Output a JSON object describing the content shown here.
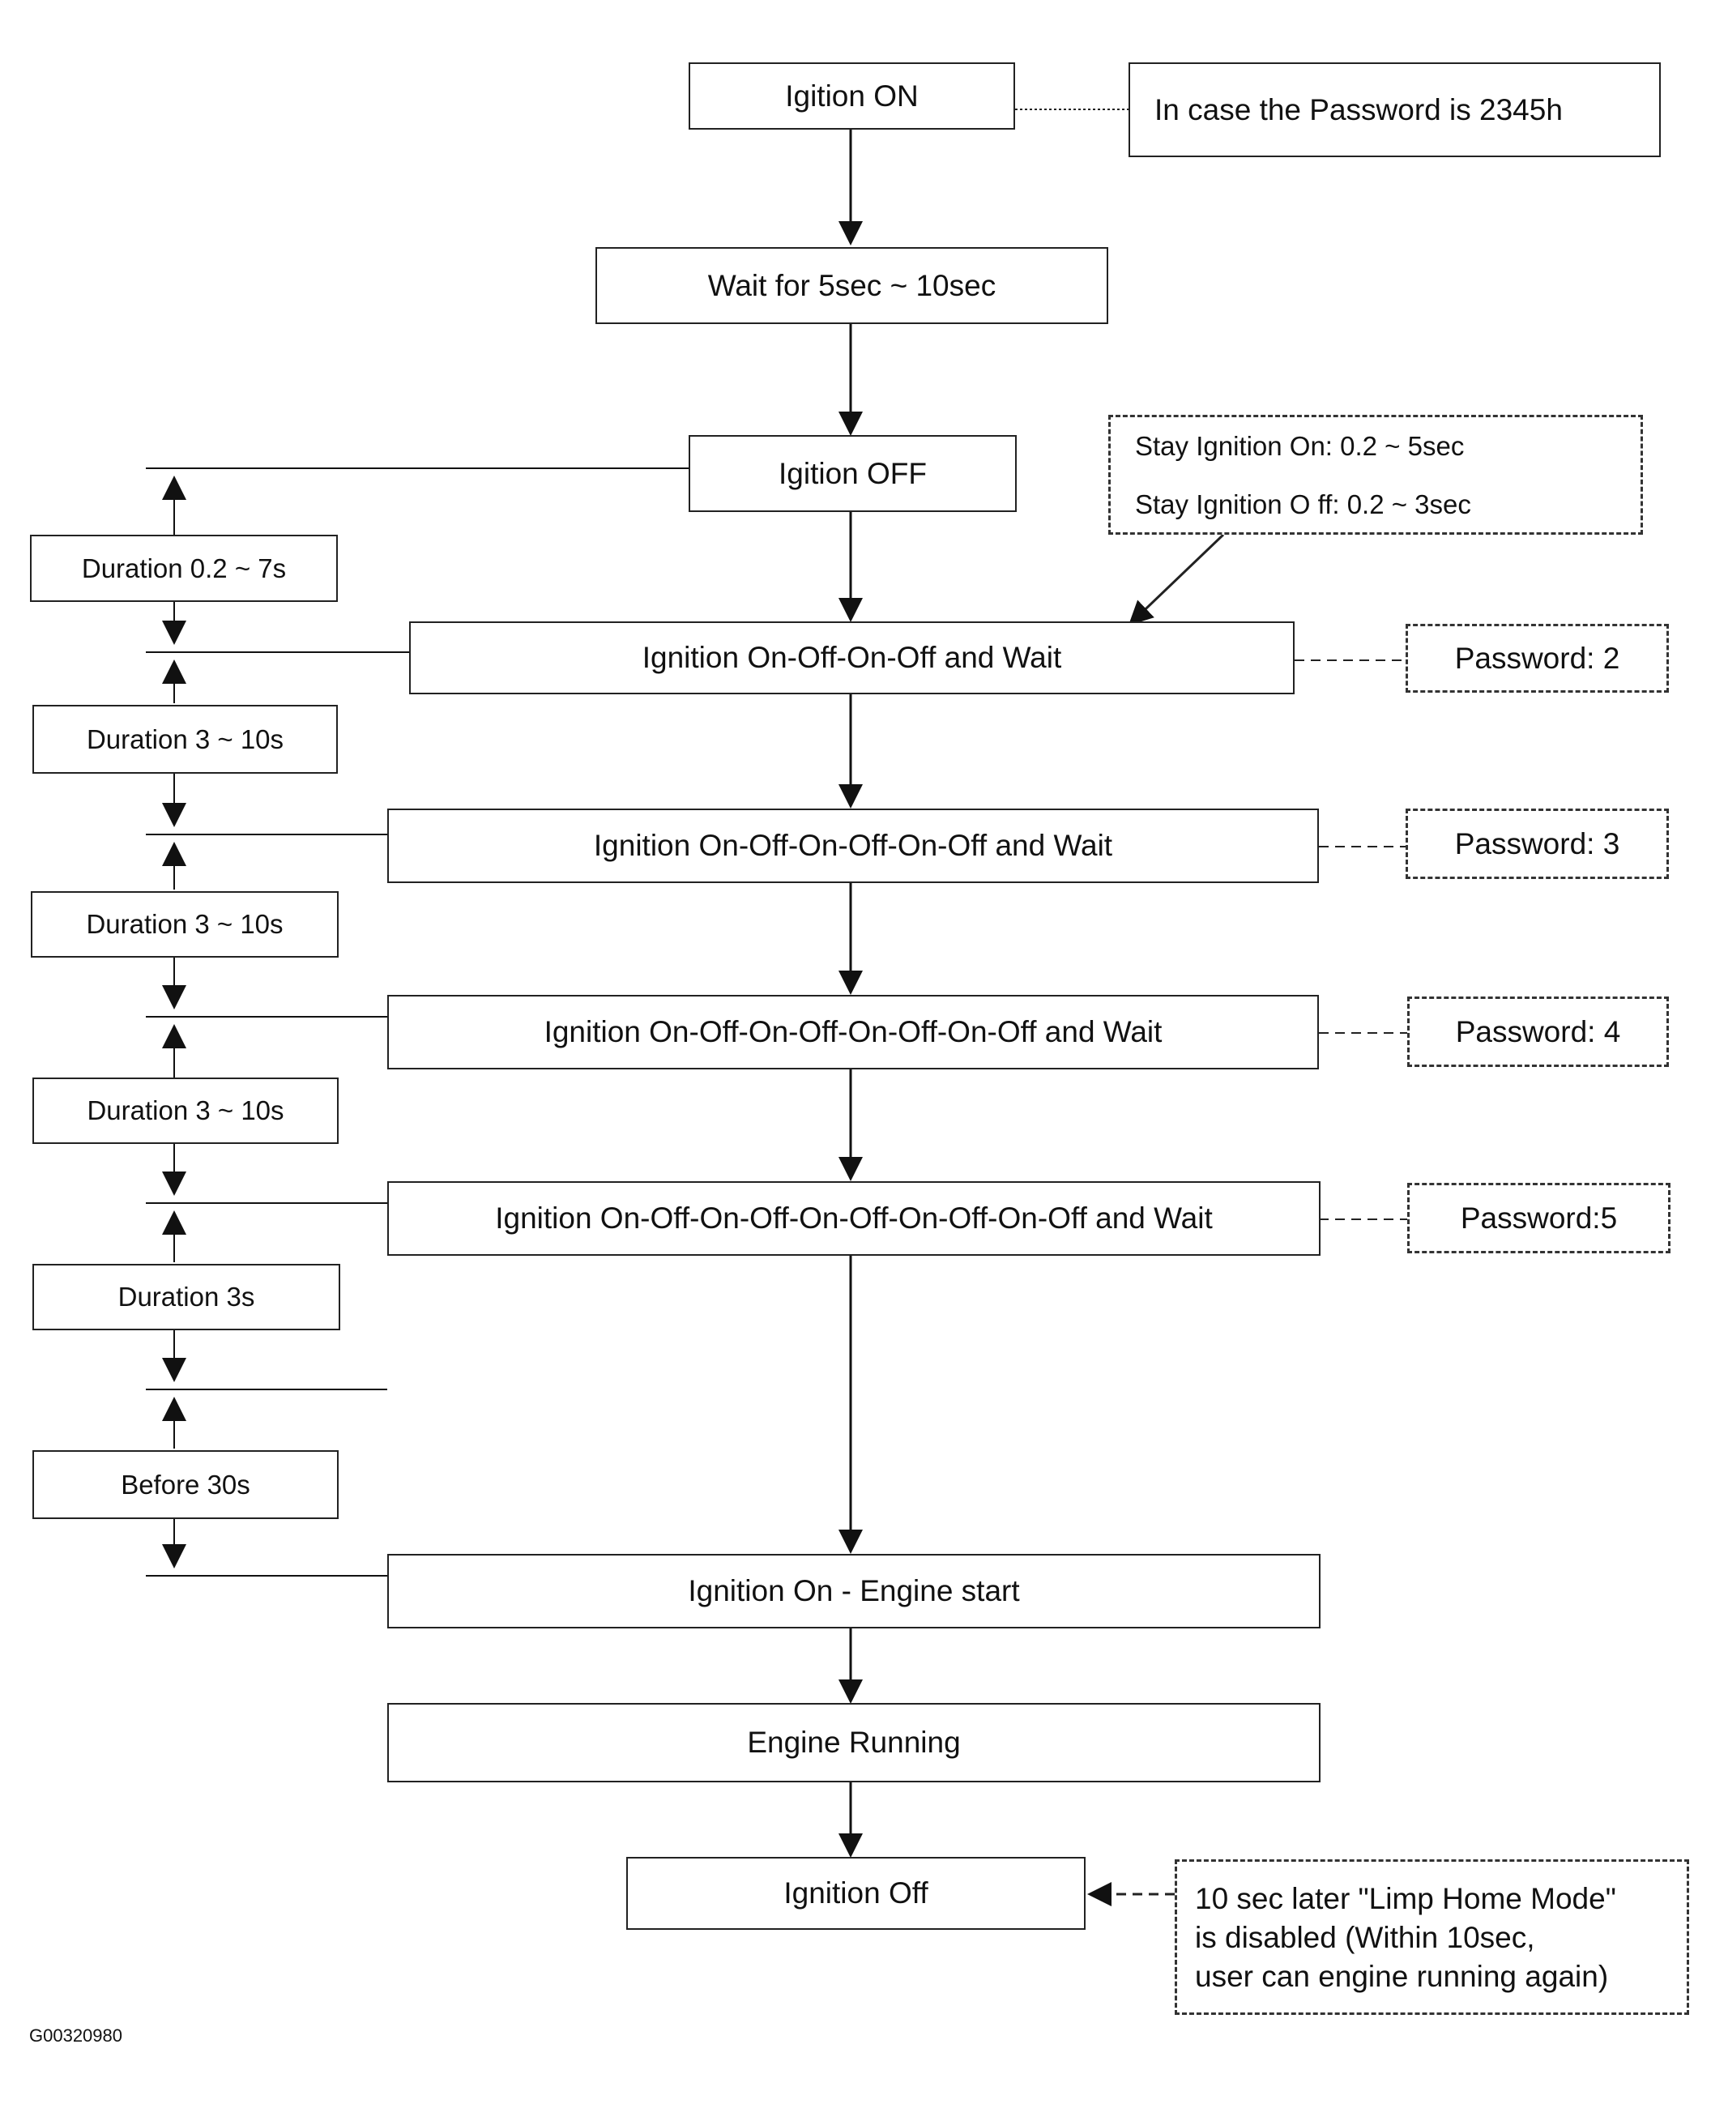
{
  "steps": {
    "ignition_on": "Igition ON",
    "wait": "Wait for 5sec ~ 10sec",
    "ignition_off": "Igition OFF",
    "seq2": "Ignition On-Off-On-Off and Wait",
    "seq3": "Ignition On-Off-On-Off-On-Off and Wait",
    "seq4": "Ignition On-Off-On-Off-On-Off-On-Off and Wait",
    "seq5": "Ignition On-Off-On-Off-On-Off-On-Off-On-Off and Wait",
    "engine_start": "Ignition On - Engine start",
    "engine_running": "Engine Running",
    "final_off": "Ignition Off"
  },
  "notes": {
    "password_case": "In case the Password is 2345h",
    "stay_on": "Stay Ignition On: 0.2 ~ 5sec",
    "stay_off": "Stay Ignition O  ff: 0.2   ~ 3sec",
    "pw2": "Password: 2",
    "pw3": "Password: 3",
    "pw4": "Password: 4",
    "pw5": "Password:5",
    "limp_line1": "10 sec later \"Limp Home Mode\"",
    "limp_line2": "is disabled (Within 10sec,",
    "limp_line3": "user can engine running again)"
  },
  "durations": {
    "d1": "Duration 0.2 ~ 7s",
    "d2": "Duration 3 ~ 10s",
    "d3": "Duration 3 ~ 10s",
    "d4": "Duration 3 ~ 10s",
    "d5": "Duration 3s",
    "d6": "Before 30s"
  },
  "figure_code": "G00320980"
}
